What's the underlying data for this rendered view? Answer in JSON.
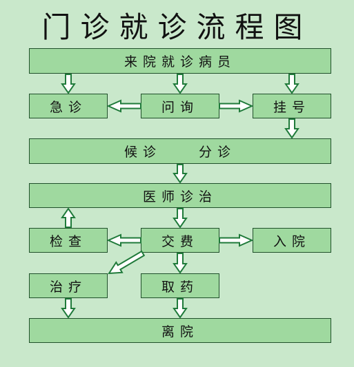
{
  "title": "门诊就诊流程图",
  "nodes": {
    "arrival": "来院就诊病员",
    "emergency": "急诊",
    "inquiry": "问询",
    "registration": "挂号",
    "waiting": "候诊　　分诊",
    "doctor": "医师诊治",
    "examination": "检查",
    "payment": "交费",
    "admission": "入院",
    "treatment": "治疗",
    "medicine": "取药",
    "leave": "离院"
  },
  "colors": {
    "background": "#c9e8cb",
    "box_fill": "#9fd99f",
    "box_border": "#1f4f2a",
    "arrow_border": "#1f7a3a",
    "arrow_fill": "#ffffff"
  }
}
